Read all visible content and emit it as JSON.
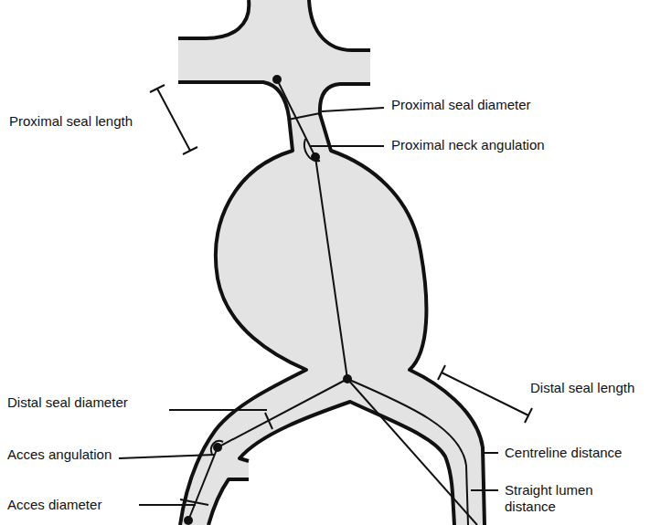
{
  "diagram": {
    "labels": [
      "Proximal seal length",
      "Proximal seal diameter",
      "Proximal neck angulation",
      "Distal seal length",
      "Distal seal diameter",
      "Acces angulation",
      "Centreline distance",
      "Acces diameter",
      "Straight lumen distance"
    ]
  }
}
